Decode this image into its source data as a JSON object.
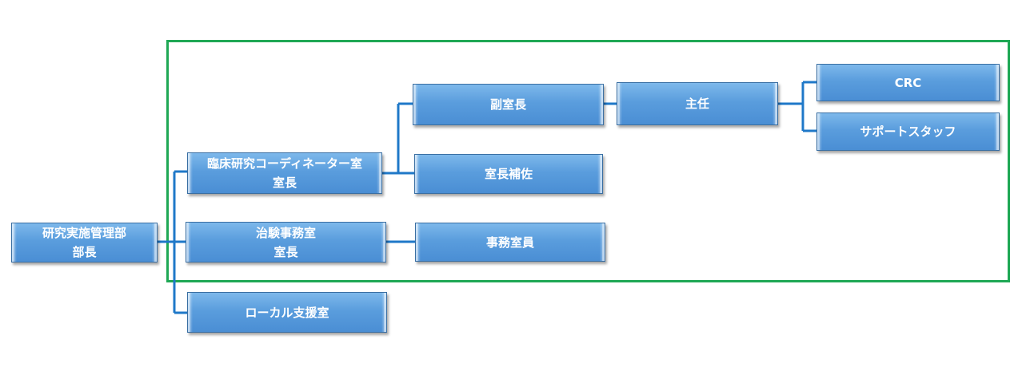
{
  "nodes": {
    "dept_head": {
      "line1": "研究実施管理部",
      "line2": "部長"
    },
    "crc_office": {
      "line1": "臨床研究コーディネーター室",
      "line2": "室長"
    },
    "trial_office": {
      "line1": "治験事務室",
      "line2": "室長"
    },
    "local_support": {
      "line1": "ローカル支援室"
    },
    "deputy_chief": {
      "line1": "副室長"
    },
    "chief_assistant": {
      "line1": "室長補佐"
    },
    "office_staff": {
      "line1": "事務室員"
    },
    "supervisor": {
      "line1": "主任"
    },
    "crc": {
      "line1": "CRC"
    },
    "support_staff": {
      "line1": "サポートスタッフ"
    }
  },
  "colors": {
    "box": "#5a9ddd",
    "connector": "#1f78c8",
    "frame": "#1fa855"
  }
}
